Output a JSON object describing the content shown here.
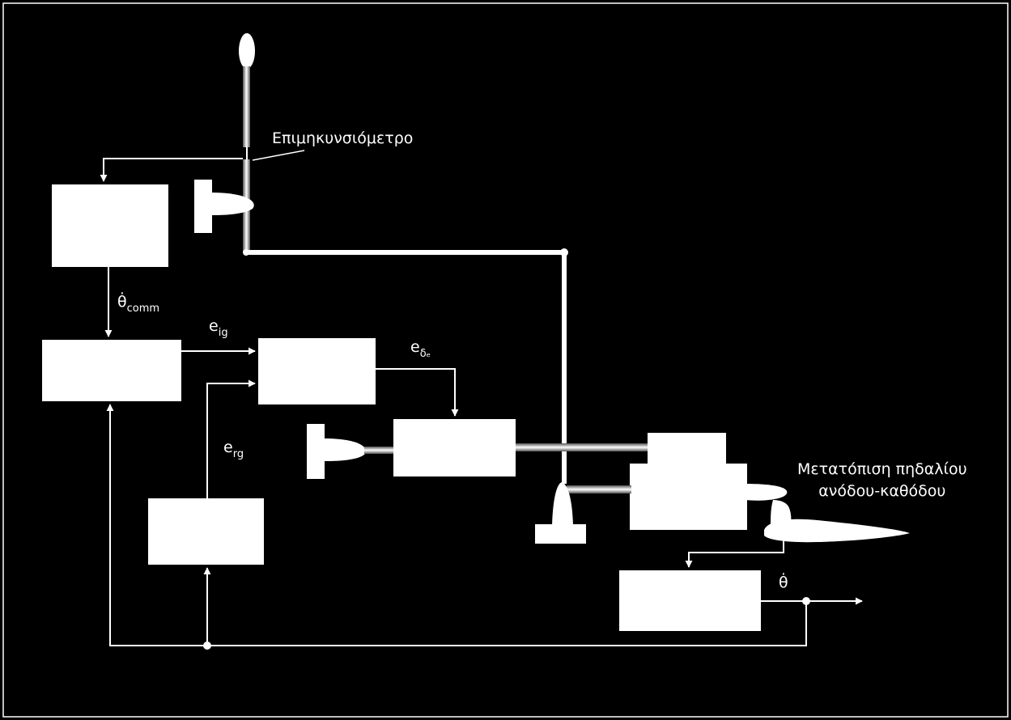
{
  "labels": {
    "potentiometer": "Επιμηκυνσιόμετρο",
    "elevator_displacement_line1": "Μετατόπιση πηδαλίου",
    "elevator_displacement_line2": "ανόδου-καθόδου"
  },
  "signals": {
    "theta_dot_comm_symbol": "θ̇",
    "theta_dot_comm_sub": "comm",
    "e_ig_symbol": "e",
    "e_ig_sub": "ig",
    "e_delta_symbol": "e",
    "e_delta_sub": "δₑ",
    "e_rg_symbol": "e",
    "e_rg_sub": "rg",
    "theta_dot_out": "θ̇"
  },
  "colors": {
    "background": "#000000",
    "foreground": "#ffffff"
  }
}
